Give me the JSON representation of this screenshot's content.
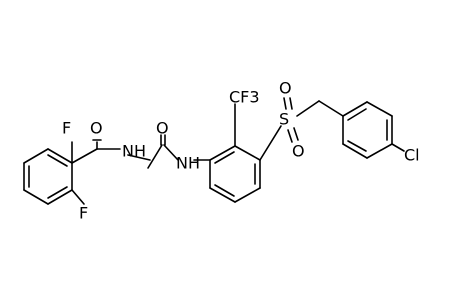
{
  "molecule": {
    "atoms": {
      "F_top": "F",
      "F_bottom": "F",
      "O_amide": "O",
      "O_urea": "O",
      "NH_left": "NH",
      "NH_right": "NH",
      "CF3": "CF3",
      "S": "S",
      "O_sulfonyl_top": "O",
      "O_sulfonyl_bottom": "O",
      "Cl": "Cl"
    }
  }
}
